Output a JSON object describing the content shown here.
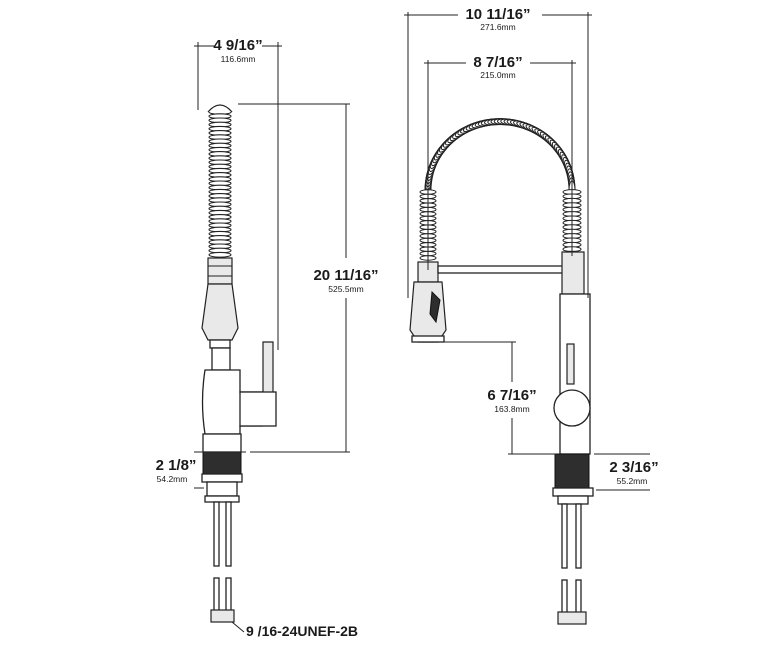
{
  "dimensions": {
    "overall_width": {
      "inch": "10 11/16”",
      "mm": "271.6mm"
    },
    "spout_reach": {
      "inch": "8 7/16”",
      "mm": "215.0mm"
    },
    "side_depth": {
      "inch": "4 9/16”",
      "mm": "116.6mm"
    },
    "overall_height": {
      "inch": "20 11/16”",
      "mm": "525.5mm"
    },
    "spout_height": {
      "inch": "6 7/16”",
      "mm": "163.8mm"
    },
    "base_left": {
      "inch": "2 1/8”",
      "mm": "54.2mm"
    },
    "base_right": {
      "inch": "2 3/16”",
      "mm": "55.2mm"
    }
  },
  "thread_label": "9 /16-24UNEF-2B"
}
